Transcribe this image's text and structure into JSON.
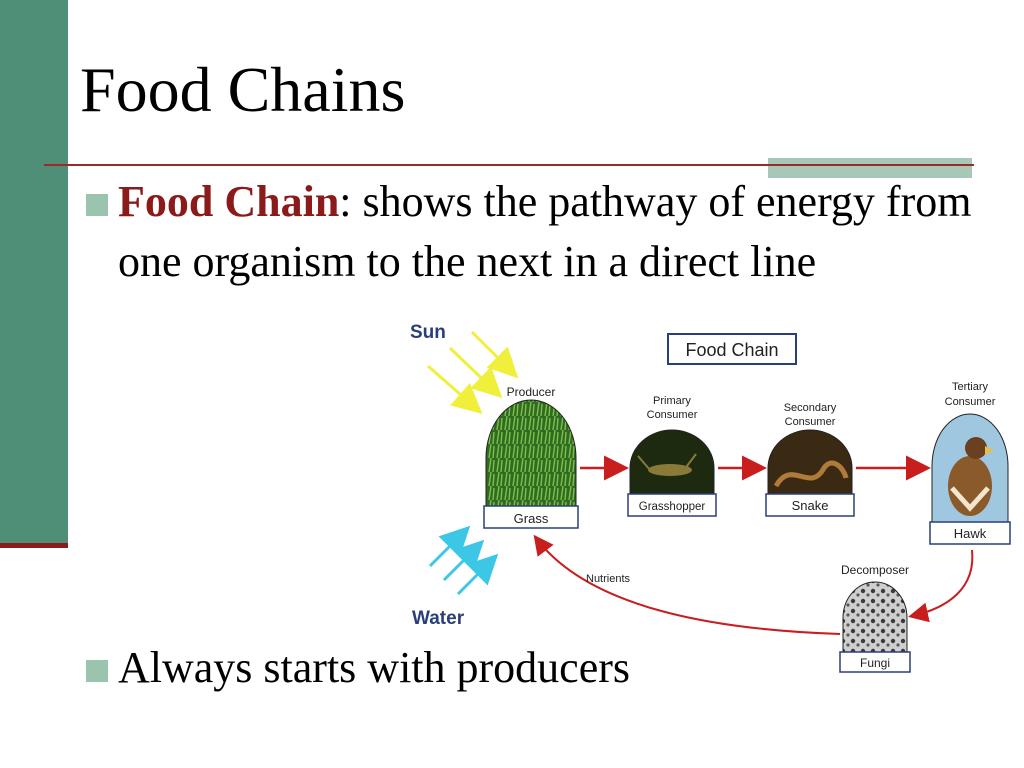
{
  "slide": {
    "title": "Food Chains",
    "bullet_1": {
      "term": "Food Chain",
      "definition": ": shows the pathway of energy from one organism to the next in a direct line"
    },
    "bullet_2": "Always starts with producers"
  },
  "diagram": {
    "title": "Food Chain",
    "sun_label": "Sun",
    "water_label": "Water",
    "nutrients_label": "Nutrients",
    "producer": {
      "role": "Producer",
      "name": "Grass"
    },
    "primary": {
      "role_1": "Primary",
      "role_2": "Consumer",
      "name": "Grasshopper"
    },
    "secondary": {
      "role_1": "Secondary",
      "role_2": "Consumer",
      "name": "Snake"
    },
    "tertiary": {
      "role_1": "Tertiary",
      "role_2": "Consumer",
      "name": "Hawk"
    },
    "decomposer": {
      "role": "Decomposer",
      "name": "Fungi"
    }
  },
  "colors": {
    "band": "#4f8f77",
    "rule": "#9b2a2a",
    "term": "#8b1a1a",
    "bullet": "#9bc4ae",
    "sun_arrows": "#f0f03c",
    "water_arrows": "#3cc7e6",
    "chain_arrows": "#c81e1e",
    "label_blue": "#2a3f7a"
  }
}
